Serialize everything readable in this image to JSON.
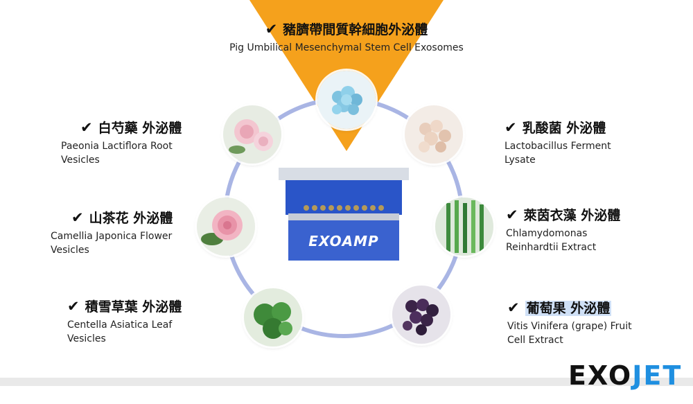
{
  "check_mark": "✔",
  "top": {
    "title": "豬臍帶間質幹細胞外泌體",
    "subtitle": "Pig Umbilical Mesenchymal Stem Cell Exosomes"
  },
  "items": [
    {
      "title": "白芍藥 外泌體",
      "desc1": "Paeonia Lactiflora Root",
      "desc2": "Vesicles"
    },
    {
      "title": "山茶花 外泌體",
      "desc1": "Camellia Japonica Flower",
      "desc2": "Vesicles"
    },
    {
      "title": "積雪草葉 外泌體",
      "desc1": "Centella Asiatica Leaf",
      "desc2": "Vesicles"
    },
    {
      "title": "乳酸菌 外泌體",
      "desc1": "Lactobacillus Ferment",
      "desc2": "Lysate"
    },
    {
      "title": "萊茵衣藻 外泌體",
      "desc1": "Chlamydomonas",
      "desc2": "Reinhardtii Extract"
    },
    {
      "title": "葡萄果 外泌體",
      "desc1": "Vitis Vinifera (grape) Fruit",
      "desc2": "Cell Extract"
    }
  ],
  "machine_label": "EXOAMP",
  "logo": {
    "part1": "EXO",
    "part2": "JET"
  },
  "colors": {
    "triangle": "#f5a11c",
    "ring": "#a9b5e4",
    "machine": "#2a55c8",
    "logo_accent": "#1f8fe0"
  }
}
